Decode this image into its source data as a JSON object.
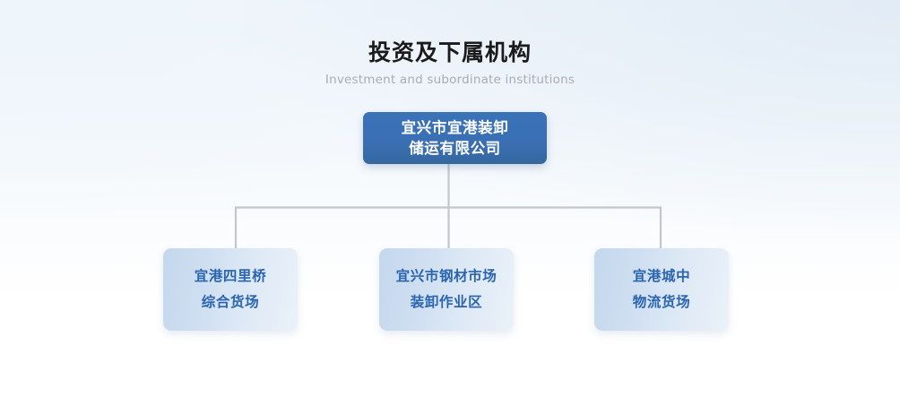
{
  "heading": {
    "title": "投资及下属机构",
    "subtitle": "Investment and subordinate institutions"
  },
  "org_chart": {
    "root": {
      "name": "宜兴市宜港装卸储运有限公司",
      "lines": [
        "宜兴市宜港装卸",
        "储运有限公司"
      ]
    },
    "children": [
      {
        "name": "宜港四里桥综合货场",
        "lines": [
          "宜港四里桥",
          "综合货场"
        ]
      },
      {
        "name": "宜兴市钢材市场装卸作业区",
        "lines": [
          "宜兴市钢材市场",
          "装卸作业区"
        ]
      },
      {
        "name": "宜港城中物流货场",
        "lines": [
          "宜港城中",
          "物流货场"
        ]
      }
    ]
  },
  "colors": {
    "root_box": "#3a6fb4",
    "root_text": "#ffffff",
    "child_box_start": "#c4d7ec",
    "child_box_end": "#eaf1f9",
    "child_text": "#2a64b0",
    "connector_line": "#c3c7c9",
    "title_text": "#1b1b1b",
    "subtitle_text": "#a9adb2",
    "background": "#f2f7fb"
  }
}
